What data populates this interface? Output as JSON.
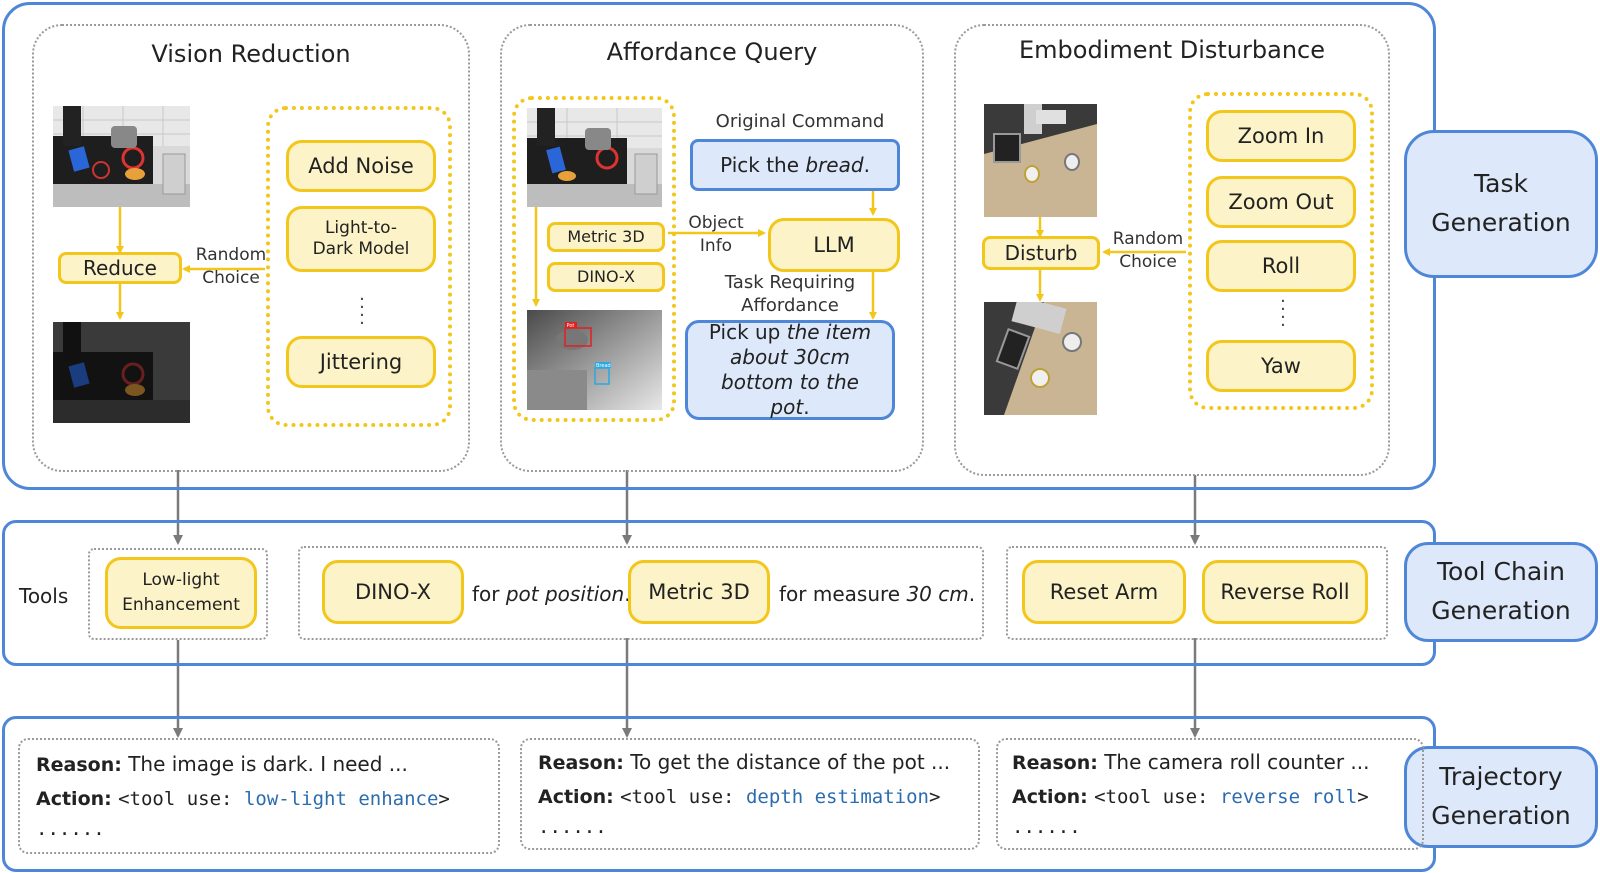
{
  "task": {
    "side_label": "Task Generation",
    "vision": {
      "title": "Vision Reduction",
      "reduce": "Reduce",
      "random_choice": "Random Choice",
      "options": [
        "Add Noise",
        "Light-to-Dark Model",
        "Jittering"
      ]
    },
    "affordance": {
      "title": "Affordance Query",
      "tools": [
        "Metric 3D",
        "DINO-X"
      ],
      "object_info": "Object Info",
      "original_command_label": "Original Command",
      "command_prefix": "Pick the ",
      "command_italic": "bread",
      "command_suffix": ".",
      "llm": "LLM",
      "task_requiring_label": "Task Requiring Affordance",
      "result_prefix": "Pick up ",
      "result_italic": "the item about 30cm bottom to the pot",
      "result_suffix": ".",
      "detection_labels": [
        "Pot",
        "Bread"
      ]
    },
    "embodiment": {
      "title": "Embodiment Disturbance",
      "disturb": "Disturb",
      "random_choice": "Random Choice",
      "options": [
        "Zoom In",
        "Zoom Out",
        "Roll",
        "Yaw"
      ]
    }
  },
  "toolchain": {
    "side_label": "Tool Chain Generation",
    "tools_label": "Tools",
    "lowlight": "Low-light Enhancement",
    "dinox": "DINO-X",
    "for_pot_prefix": "for ",
    "for_pot_italic": "pot position",
    "for_pot_suffix": ".",
    "metric3d": "Metric 3D",
    "for_measure_prefix": "for measure ",
    "for_measure_italic": "30 cm",
    "for_measure_suffix": ".",
    "reset_arm": "Reset Arm",
    "reverse_roll": "Reverse Roll"
  },
  "trajectory": {
    "side_label": "Trajectory Generation",
    "reason_label": "Reason:",
    "action_label": "Action:",
    "tool_use_prefix": "<tool use: ",
    "tool_use_suffix": ">",
    "ellipsis": "......",
    "items": [
      {
        "reason": "The image is dark. I need ...",
        "tool": "low-light enhance"
      },
      {
        "reason": "To get the distance of the pot ...",
        "tool": "depth estimation"
      },
      {
        "reason": "The camera roll counter ...",
        "tool": "reverse roll"
      }
    ]
  },
  "colors": {
    "blue_border": "#4f87d8",
    "blue_fill": "#dde8fa",
    "yellow_border": "#f3c61c",
    "yellow_fill": "#fcf3c8",
    "code_blue": "#2b6cb0"
  }
}
